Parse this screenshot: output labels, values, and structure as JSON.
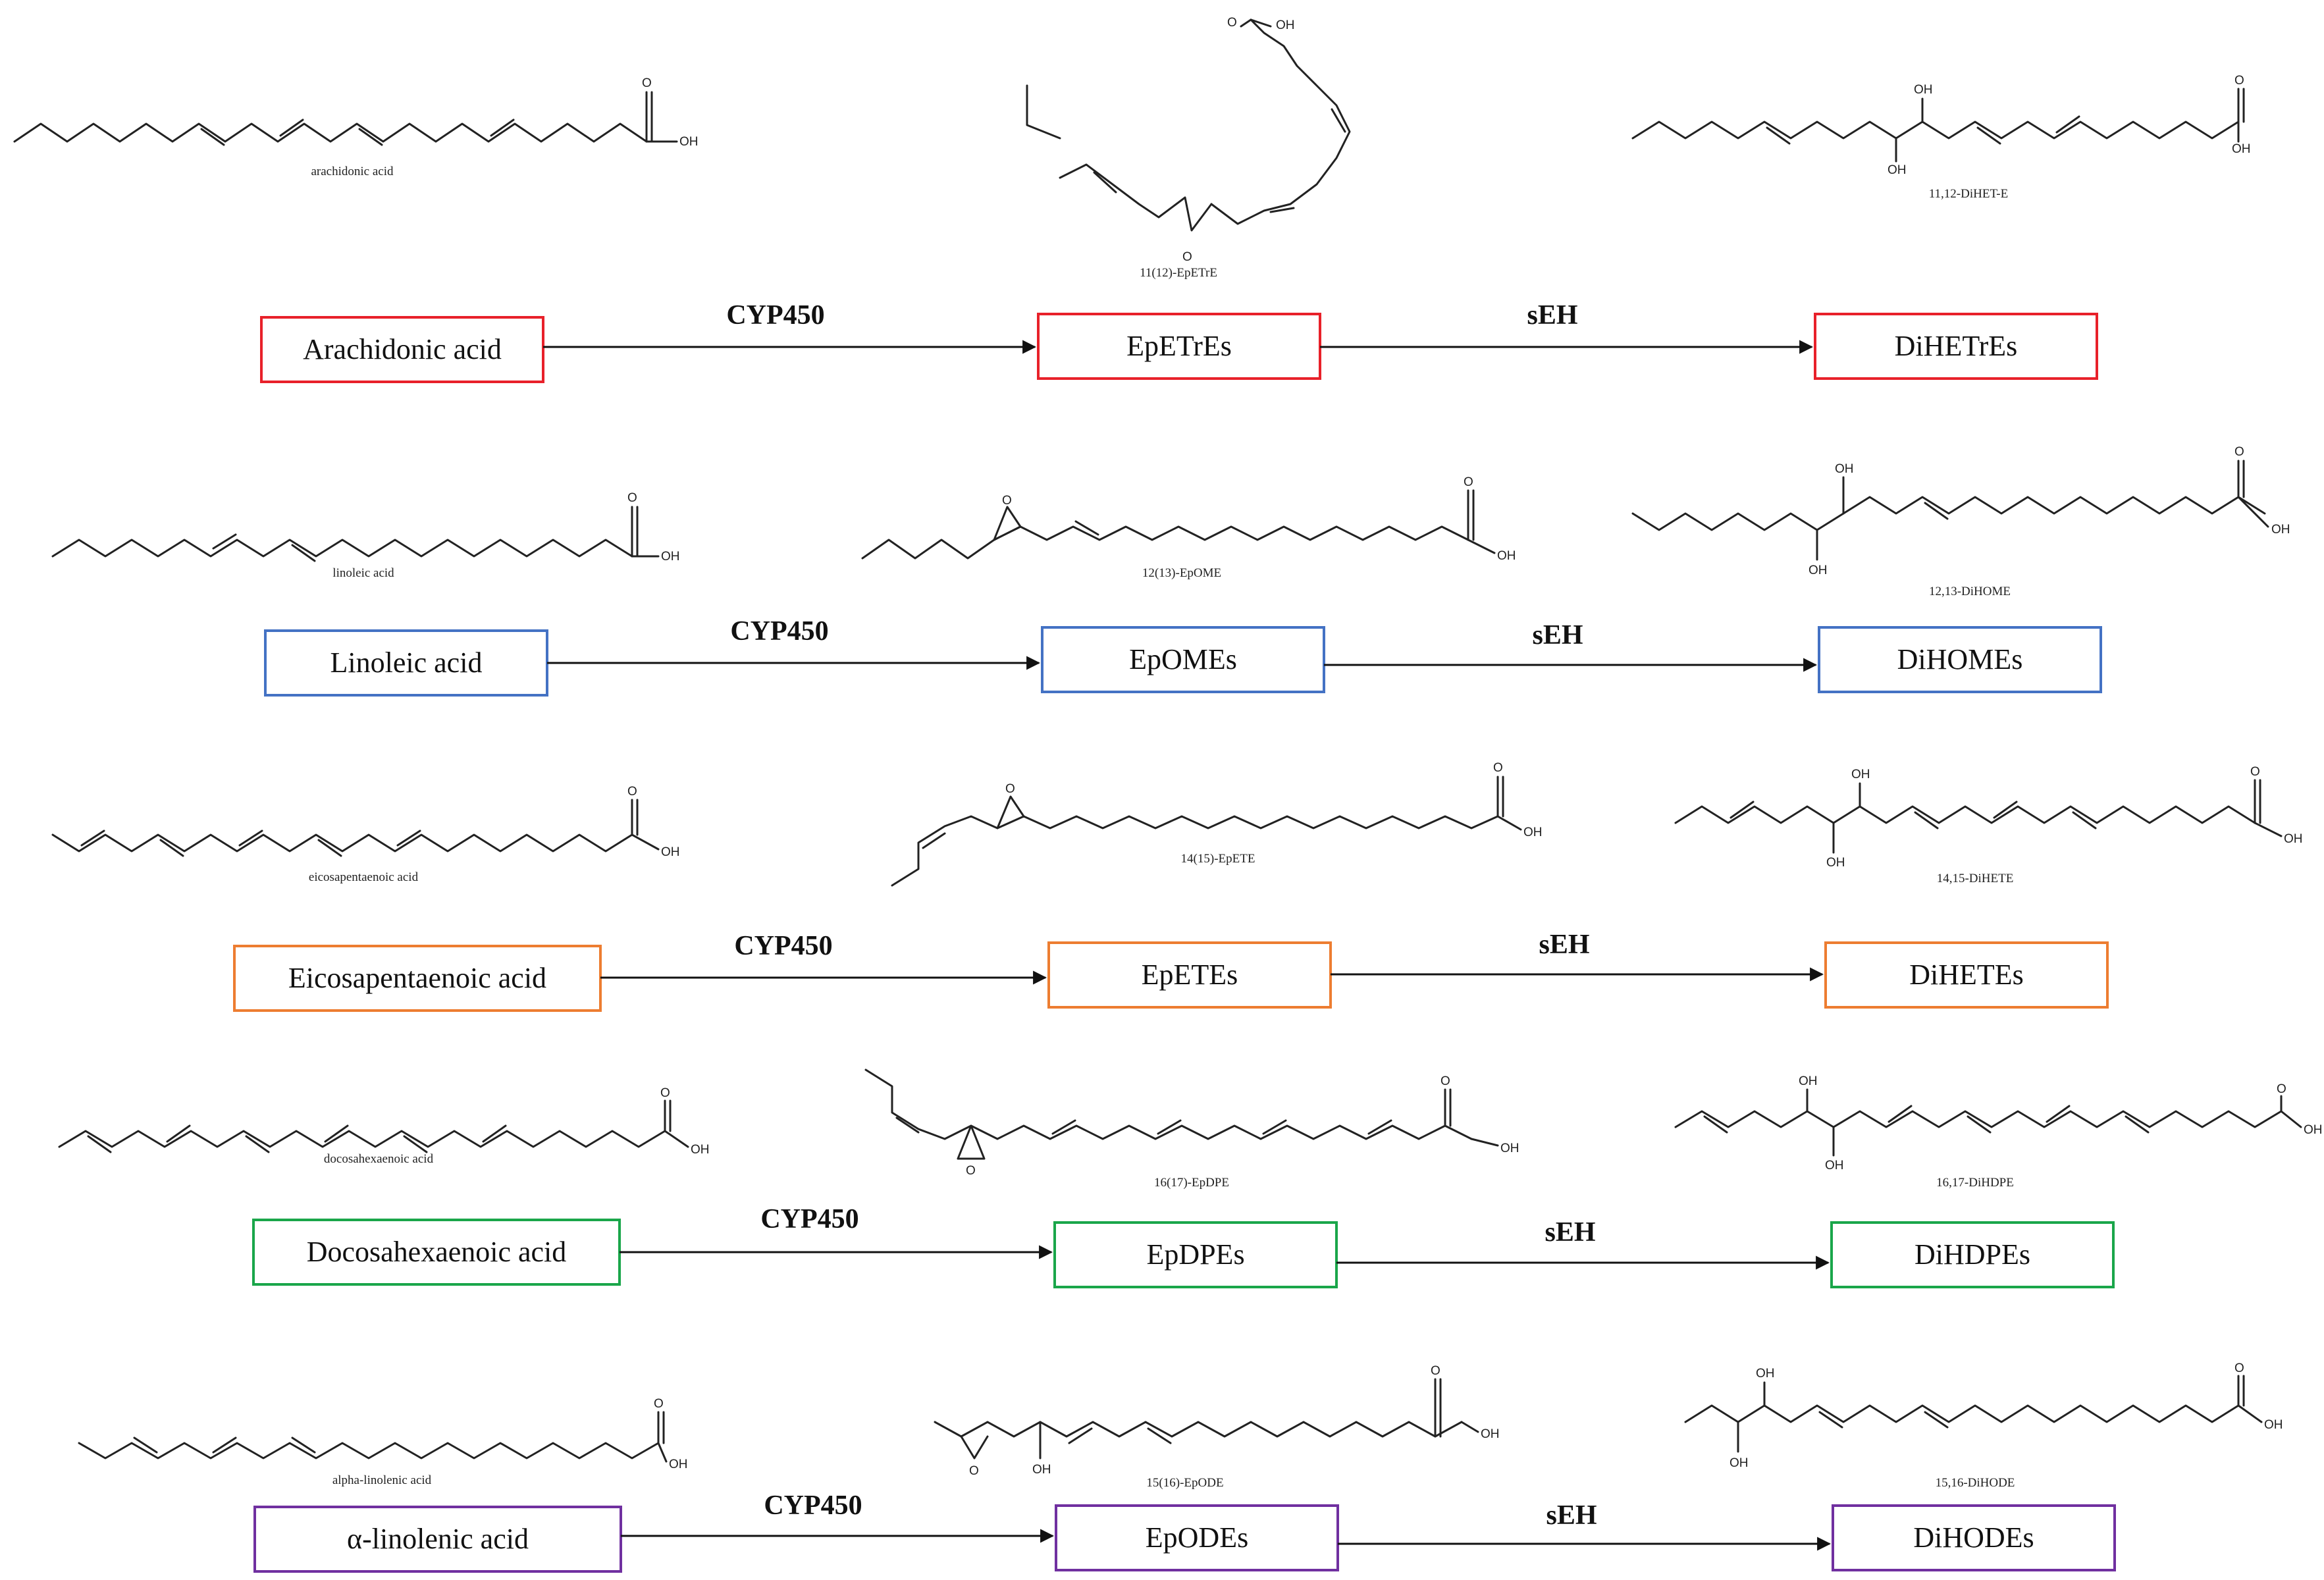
{
  "colors": {
    "arachidonic": "#e8212a",
    "linoleic": "#4472c4",
    "eicosapentaenoic": "#ed7d31",
    "docosahexaenoic": "#1aa64a",
    "alpha_linolenic": "#7030a0"
  },
  "pathways": [
    {
      "color_key": "arachidonic",
      "substrate": "Arachidonic acid",
      "enzyme1": "CYP450",
      "epoxide": "EpETrEs",
      "enzyme2": "sEH",
      "diol": "DiHETrEs",
      "structures": {
        "substrate_label": "arachidonic acid",
        "epoxide_label": "11(12)-EpETrE",
        "diol_label": "11,12-DiHET-E"
      }
    },
    {
      "color_key": "linoleic",
      "substrate": "Linoleic acid",
      "enzyme1": "CYP450",
      "epoxide": "EpOMEs",
      "enzyme2": "sEH",
      "diol": "DiHOMEs",
      "structures": {
        "substrate_label": "linoleic acid",
        "epoxide_label": "12(13)-EpOME",
        "diol_label": "12,13-DiHOME"
      }
    },
    {
      "color_key": "eicosapentaenoic",
      "substrate": "Eicosapentaenoic acid",
      "enzyme1": "CYP450",
      "epoxide": "EpETEs",
      "enzyme2": "sEH",
      "diol": "DiHETEs",
      "structures": {
        "substrate_label": "eicosapentaenoic acid",
        "epoxide_label": "14(15)-EpETE",
        "diol_label": "14,15-DiHETE"
      }
    },
    {
      "color_key": "docosahexaenoic",
      "substrate": "Docosahexaenoic acid",
      "enzyme1": "CYP450",
      "epoxide": "EpDPEs",
      "enzyme2": "sEH",
      "diol": "DiHDPEs",
      "structures": {
        "substrate_label": "docosahexaenoic acid",
        "epoxide_label": "16(17)-EpDPE",
        "diol_label": "16,17-DiHDPE"
      }
    },
    {
      "color_key": "alpha_linolenic",
      "substrate": "α-linolenic acid",
      "enzyme1": "CYP450",
      "epoxide": "EpODEs",
      "enzyme2": "sEH",
      "diol": "DiHODEs",
      "structures": {
        "substrate_label": "alpha-linolenic acid",
        "epoxide_label": "15(16)-EpODE",
        "diol_label": "15,16-DiHODE"
      }
    }
  ],
  "atoms": {
    "oxygen": "O",
    "hydroxyl": "OH"
  }
}
